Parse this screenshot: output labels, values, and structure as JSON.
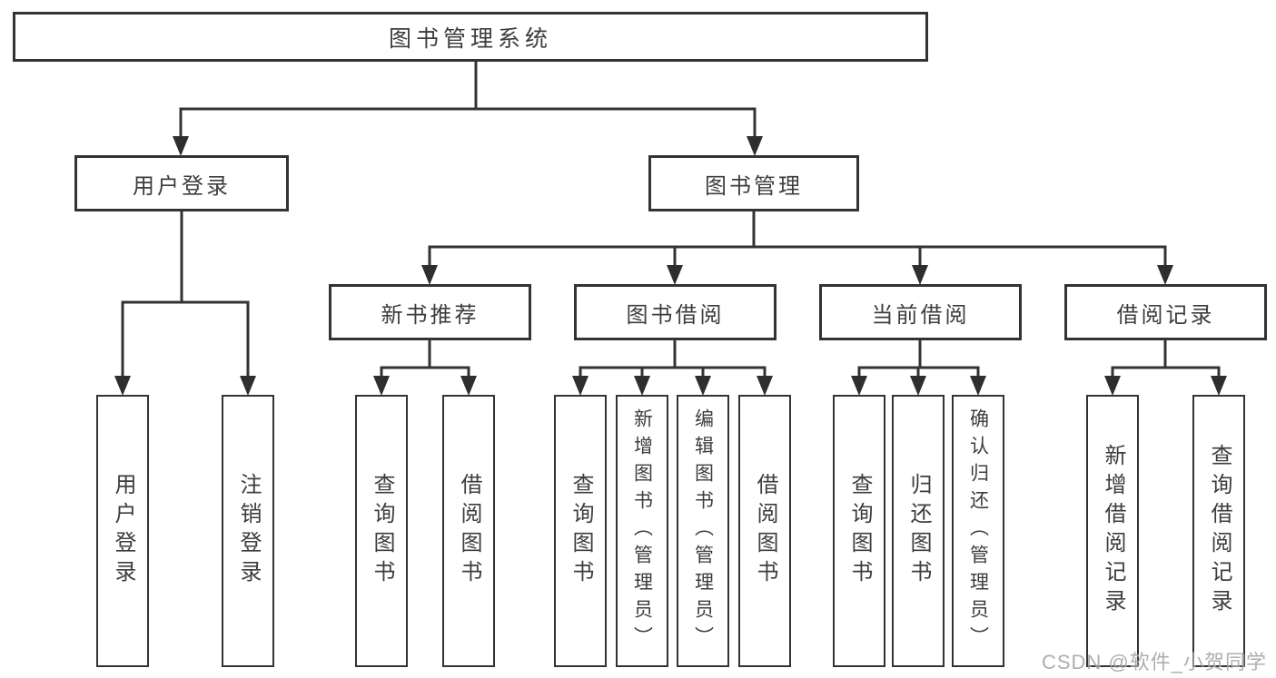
{
  "diagram": {
    "colors": {
      "line": "#333333",
      "text": "#3d3d3d",
      "background": "#ffffff",
      "watermark": "#a0a0a0"
    },
    "watermark": "CSDN @软件_小贺同学",
    "tree": {
      "root": {
        "label": "图书管理系统"
      },
      "branches": [
        {
          "label": "用户登录",
          "children": [
            {
              "label": "用户登录"
            },
            {
              "label": "注销登录"
            }
          ]
        },
        {
          "label": "图书管理",
          "children": [
            {
              "label": "新书推荐",
              "children": [
                {
                  "label": "查询图书"
                },
                {
                  "label": "借阅图书"
                }
              ]
            },
            {
              "label": "图书借阅",
              "children": [
                {
                  "label": "查询图书"
                },
                {
                  "label": "新增图书（管理员）"
                },
                {
                  "label": "编辑图书（管理员）"
                },
                {
                  "label": "借阅图书"
                }
              ]
            },
            {
              "label": "当前借阅",
              "children": [
                {
                  "label": "查询图书"
                },
                {
                  "label": "归还图书"
                },
                {
                  "label": "确认归还（管理员）"
                }
              ]
            },
            {
              "label": "借阅记录",
              "children": [
                {
                  "label": "新增借阅记录"
                },
                {
                  "label": "查询借阅记录"
                }
              ]
            }
          ]
        }
      ]
    }
  }
}
